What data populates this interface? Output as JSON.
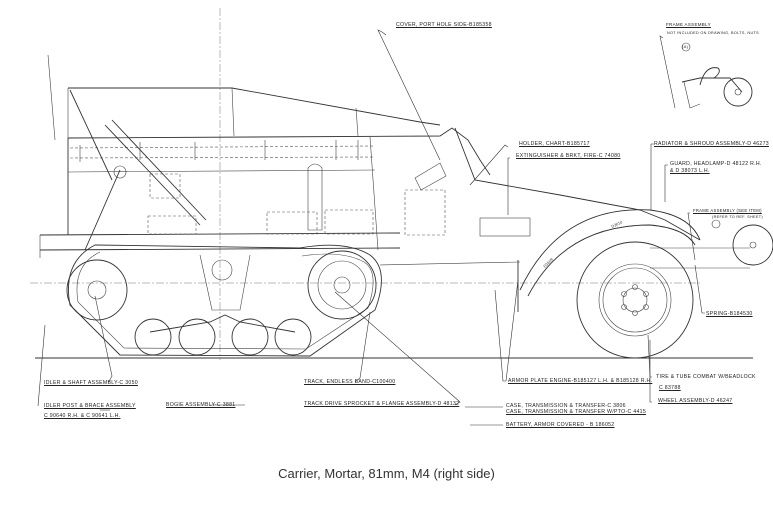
{
  "caption": "Carrier, Mortar, 81mm, M4 (right side)",
  "callouts": {
    "cover_port_hole": "COVER, PORT HOLE SIDE-B185358",
    "frame_assembly_top_1": "FRAME ASSEMBLY",
    "frame_assembly_top_2": "NOT INCLUDED ON DRAWING, BOLTS, NUTS",
    "frame_assembly_top_badge": "(A)",
    "holder_chart": "HOLDER, CHART-B185717",
    "extinguisher": "EXTINGUISHER & BRKT, FIRE-C 74080",
    "radiator": "RADIATOR & SHROUD ASSEMBLY-D 46273",
    "guard_headlamp_1": "GUARD, HEADLAMP-D 48122 R.H.",
    "guard_headlamp_2": "& D 38073 L.H.",
    "frame_assembly_right_1": "FRAME ASSEMBLY (SEE ITEM)",
    "frame_assembly_right_2": "(REFER TO REF. SHEET)",
    "frame_assembly_right_badge": "(A)",
    "spring": "SPRING-B184530",
    "tire_tube_1": "TIRE & TUBE COMBAT W/BEADLOCK",
    "tire_tube_2": "C 83788",
    "wheel_assembly": "WHEEL ASSEMBLY-D 46247",
    "armor_plate": "ARMOR PLATE ENGINE-B185127 L.H. & B185128 R.H.",
    "case_transmission_1": "CASE, TRANSMISSION & TRANSFER-C 3806",
    "case_transmission_2": "CASE, TRANSMISSION & TRANSFER W/PTO-C 4415",
    "battery": "BATTERY, ARMOR COVERED - B 186052",
    "track_endless": "TRACK, ENDLESS BAND-C100400",
    "track_drive": "TRACK DRIVE SPROCKET & FLANGE ASSEMBLY-D 48132",
    "idler_shaft": "IDLER & SHAFT ASSEMBLY-C 3050",
    "idler_post_1": "IDLER POST & BRACE ASSEMBLY",
    "idler_post_2": "C 90640 R.H. & C 90641 L.H.",
    "bogie": "BOGIE ASSEMBLY-C 3881"
  },
  "fender_marks": {
    "front": "D3610",
    "rear": "D3609"
  }
}
